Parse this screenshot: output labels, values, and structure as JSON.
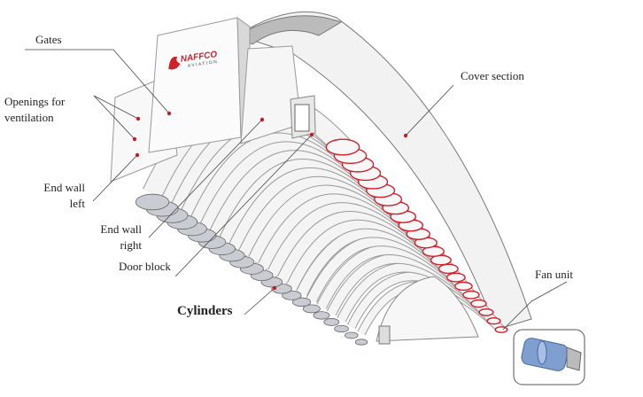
{
  "labels": {
    "gates": "Gates",
    "openings_line1": "Openings for",
    "openings_line2": "ventilation",
    "end_wall_left_line1": "End wall",
    "end_wall_left_line2": "left",
    "end_wall_right_line1": "End wall",
    "end_wall_right_line2": "right",
    "door_block": "Door block",
    "cylinders": "Cylinders",
    "cover_section": "Cover section",
    "fan_unit": "Fan unit"
  },
  "logo": {
    "brand": "NAFFCO",
    "sub": "AVIATION"
  },
  "colors": {
    "accent_red": "#d0202a",
    "outline": "#888888",
    "leader": "#444444",
    "fan_blue": "#7f9fd0"
  },
  "cylinder_count": 22
}
